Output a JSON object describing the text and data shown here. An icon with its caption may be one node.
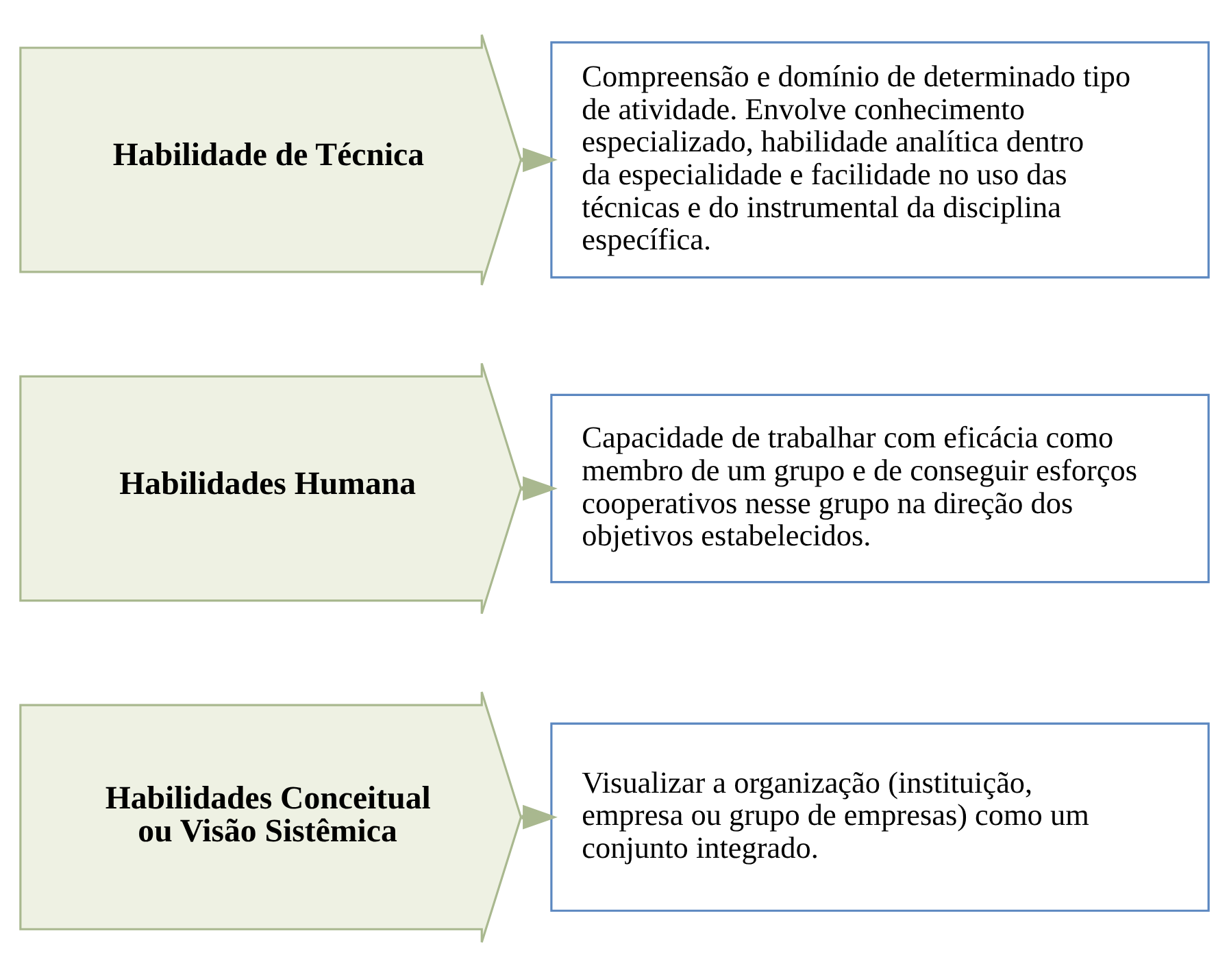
{
  "diagram": {
    "nodes": [
      {
        "text": [
          "Habilidade de Técnica"
        ]
      },
      {
        "text": [
          "Compreensão e domínio de determinado tipo de atividade. Envolve conhecimento especializado, habilidade analítica dentro da especialidade e facilidade no uso das técnicas e do instrumental da disciplina específica."
        ]
      },
      {
        "text": [
          "Habilidades Humana"
        ]
      },
      {
        "text": [
          "Capacidade de trabalhar com eficácia como membro de um grupo e de conseguir esforços cooperativos nesse grupo na direção dos objetivos estabelecidos."
        ]
      },
      {
        "text": [
          "Habilidades Conceitual ou Visão Sistêmica"
        ]
      },
      {
        "text": [
          "Visualizar a organização (instituição, empresa ou grupo de empresas) como um conjunto integrado."
        ]
      }
    ],
    "edges": [
      {
        "from": 0,
        "to": 1,
        "arrow": "to"
      },
      {
        "from": 2,
        "to": 3,
        "arrow": "to"
      },
      {
        "from": 4,
        "to": 5,
        "arrow": "to"
      }
    ]
  }
}
